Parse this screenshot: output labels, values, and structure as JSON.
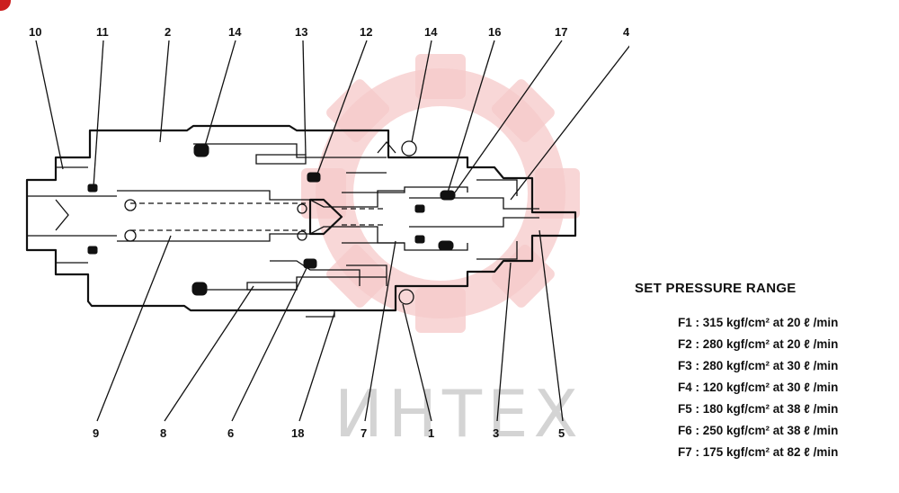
{
  "callouts": {
    "c10": "10",
    "c11": "11",
    "c2": "2",
    "c14a": "14",
    "c13": "13",
    "c12": "12",
    "c14b": "14",
    "c16": "16",
    "c17": "17",
    "c4": "4",
    "c9": "9",
    "c8": "8",
    "c6": "6",
    "c18": "18",
    "c7": "7",
    "c1": "1",
    "c3": "3",
    "c5": "5"
  },
  "watermark": "ИНТЕХ",
  "pressure": {
    "title": "SET PRESSURE RANGE",
    "items": [
      "F1 : 315 kgf/cm² at 20 ℓ /min",
      "F2 : 280 kgf/cm² at 20 ℓ /min",
      "F3 : 280 kgf/cm² at 30 ℓ /min",
      "F4 : 120 kgf/cm² at 30 ℓ /min",
      "F5 : 180 kgf/cm² at 38 ℓ /min",
      "F6 : 250 kgf/cm² at 38 ℓ /min",
      "F7 : 175 kgf/cm² at 82 ℓ /min"
    ]
  },
  "colors": {
    "watermark_gear": "#f6c9c9",
    "watermark_text": "#d4d4d4",
    "corner_mark": "#cc1f1f"
  }
}
